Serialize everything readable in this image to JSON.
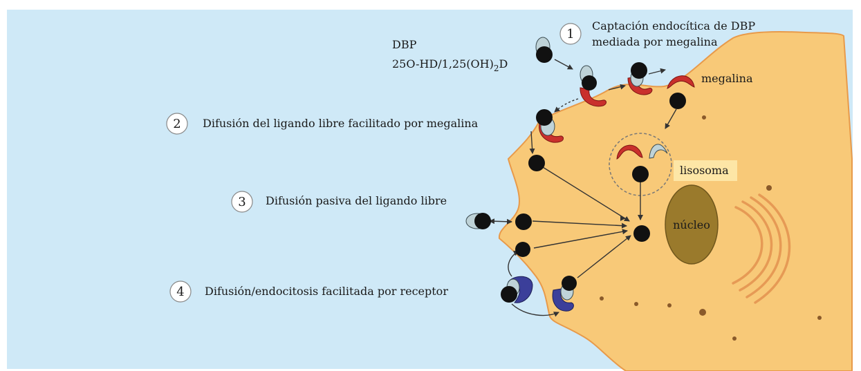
{
  "colors": {
    "background": "#cfe9f7",
    "cell_fill": "#f8c978",
    "cell_stroke": "#e89a4a",
    "megalin": "#c9302c",
    "receptor": "#3b3f9a",
    "ligand": "#111111",
    "dbp": "#bfd3d8",
    "nucleus": "#9a7a2c",
    "lysosome_label_bg": "#fde6a6"
  },
  "labels": {
    "dbp_line1": "DBP",
    "dbp_line2_main": "25O-HD/1,25(OH)",
    "dbp_line2_sub": "2",
    "dbp_line2_tail": "D",
    "megalina": "megalina",
    "lisosoma": "lisosoma",
    "nucleo": "núcleo"
  },
  "steps": [
    {
      "number": "1",
      "line1": "Captación endocítica de DBP",
      "line2": "mediada por megalina"
    },
    {
      "number": "2",
      "line1": "Difusión del ligando libre facilitado por megalina"
    },
    {
      "number": "3",
      "line1": "Difusión pasiva del ligando libre"
    },
    {
      "number": "4",
      "line1": "Difusión/endocitosis facilitada por receptor"
    }
  ]
}
